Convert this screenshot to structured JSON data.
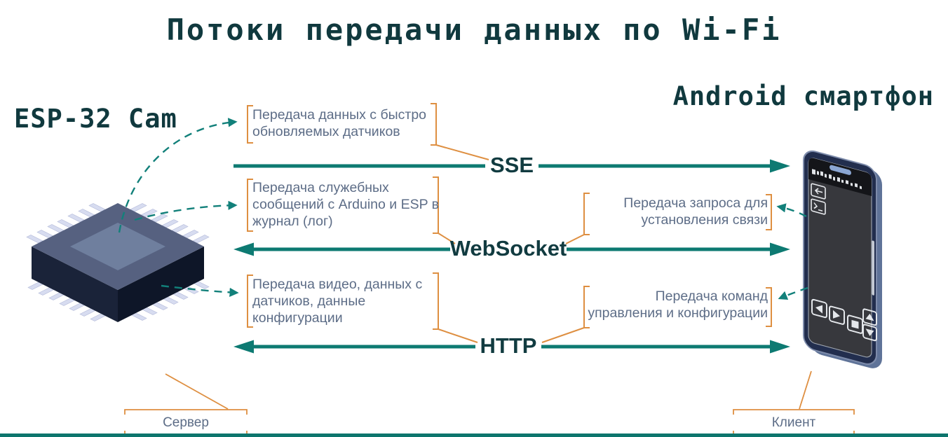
{
  "title": "Потоки передачи данных по Wi-Fi",
  "devices": {
    "left": {
      "name": "ESP-32 Cam",
      "role": "Сервер",
      "illustration": "esp32-microchip"
    },
    "right": {
      "name": "Android смартфон",
      "role": "Клиент",
      "illustration": "android-smartphone"
    }
  },
  "channels": [
    {
      "name": "SSE",
      "direction": "esp-to-android"
    },
    {
      "name": "WebSocket",
      "direction": "bidirectional"
    },
    {
      "name": "HTTP",
      "direction": "bidirectional"
    }
  ],
  "annotations": [
    {
      "id": "sse-left",
      "side": "esp",
      "text": "Передача данных с быстро обновляемых датчиков"
    },
    {
      "id": "websocket-left",
      "side": "esp",
      "text": "Передача служебных сообщений с Arduino и ESP в журнал (лог)"
    },
    {
      "id": "websocket-right",
      "side": "android",
      "text": "Передача запроса для установления связи"
    },
    {
      "id": "http-left",
      "side": "esp",
      "text": "Передача видео, данных с датчиков, данные конфигурации"
    },
    {
      "id": "http-right",
      "side": "android",
      "text": "Передача команд управления и конфигурации"
    }
  ],
  "phone_screen_icons": [
    "back-icon",
    "terminal-icon",
    "prev-button",
    "next-button",
    "stop-button",
    "up-button",
    "down-button"
  ],
  "colors": {
    "title_teal": "#10393e",
    "arrow_teal": "#0d7a72",
    "dashed_teal": "#12807a",
    "bracket_orange": "#de8f41",
    "annotation_gray": "#5d6d87",
    "bottom_bar": "#0d756d"
  }
}
